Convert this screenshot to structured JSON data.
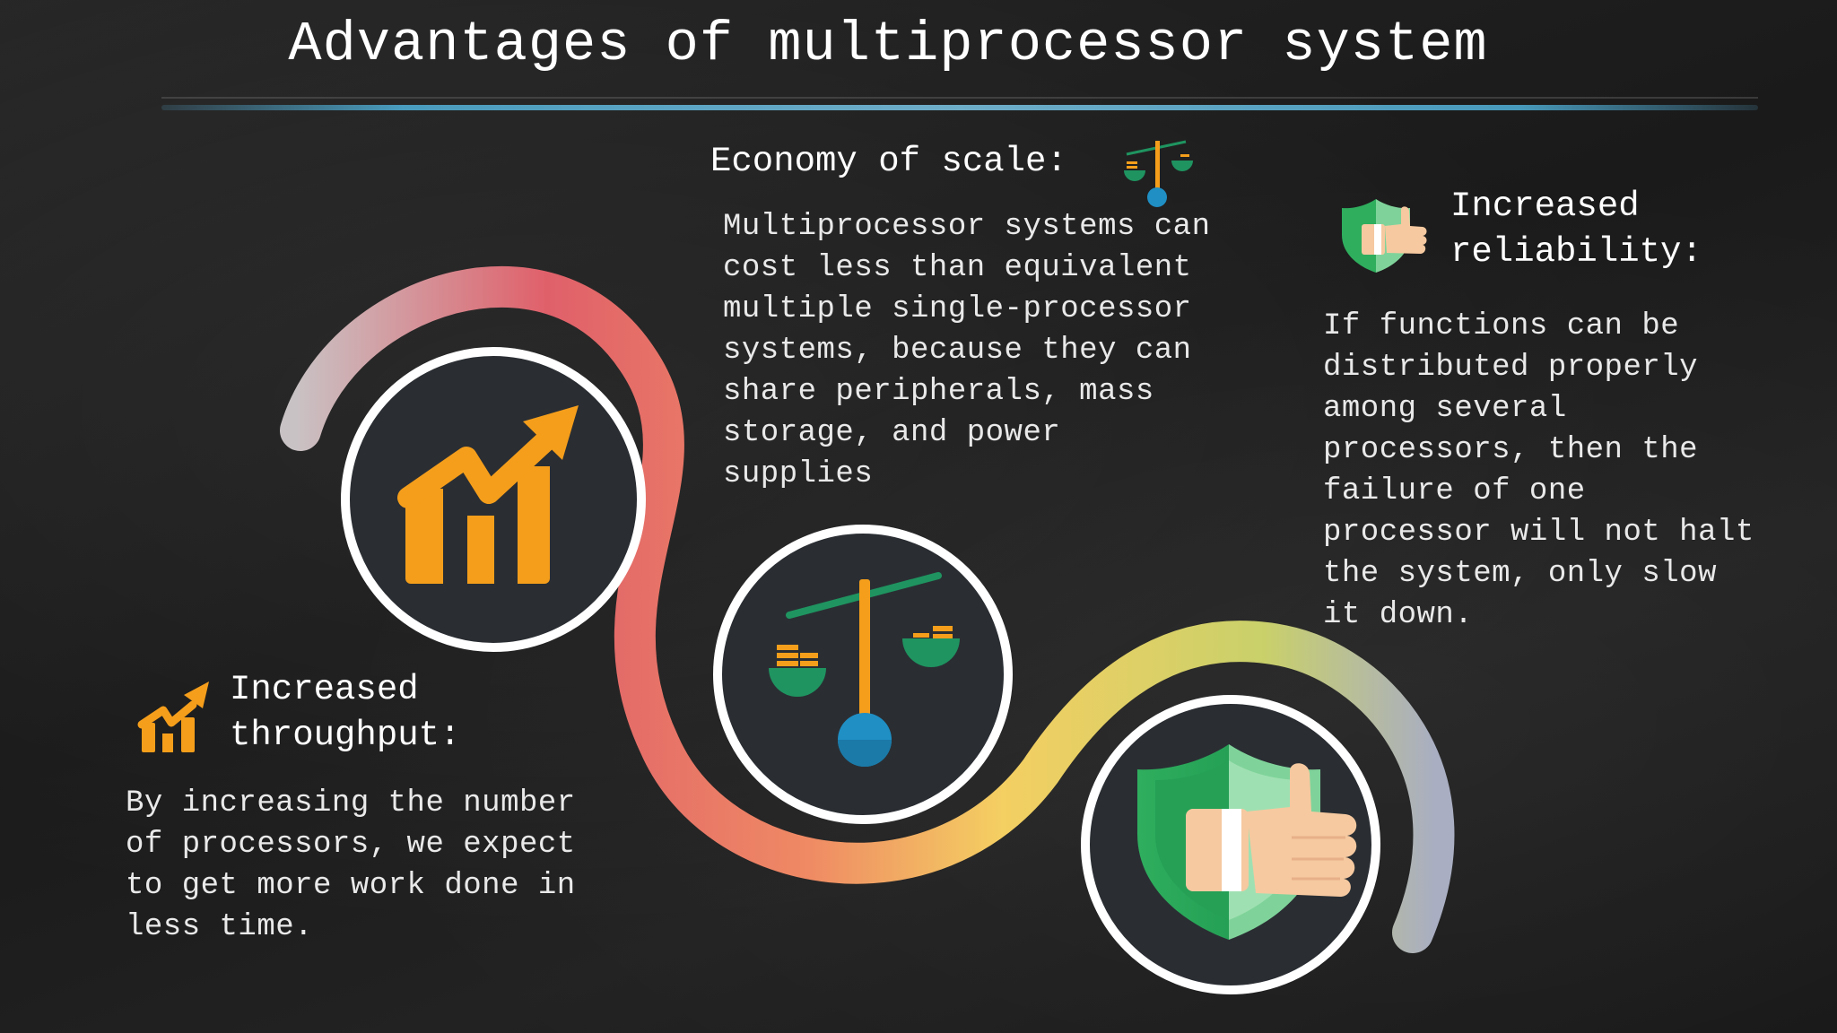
{
  "title": "Advantages of multiprocessor system",
  "sections": {
    "economy": {
      "heading": "Economy of scale:",
      "body": "Multiprocessor systems can\ncost less than equivalent\nmultiple single-processor\nsystems, because they can\nshare peripherals, mass\nstorage, and power\nsupplies",
      "icon": "balance-scale-icon"
    },
    "reliability": {
      "heading_line1": "Increased",
      "heading_line2": "reliability:",
      "body": "If functions can be\ndistributed properly\namong several\nprocessors, then the\nfailure of one\nprocessor will not halt\nthe system, only slow\nit down.",
      "icon": "shield-thumbs-up-icon"
    },
    "throughput": {
      "heading_line1": "Increased",
      "heading_line2": "throughput:",
      "body": "By increasing the number\nof processors, we expect\nto get more work done in\nless time.",
      "icon": "growth-chart-icon"
    }
  },
  "colors": {
    "background": "#1d1d1d",
    "circle_fill": "#2a2e33",
    "chart_orange": "#f59e1b",
    "scale_green": "#1f8f55",
    "scale_blue": "#1f8fc4",
    "shield_green": "#2fae5e",
    "accent_line": "#4fb0d8"
  }
}
